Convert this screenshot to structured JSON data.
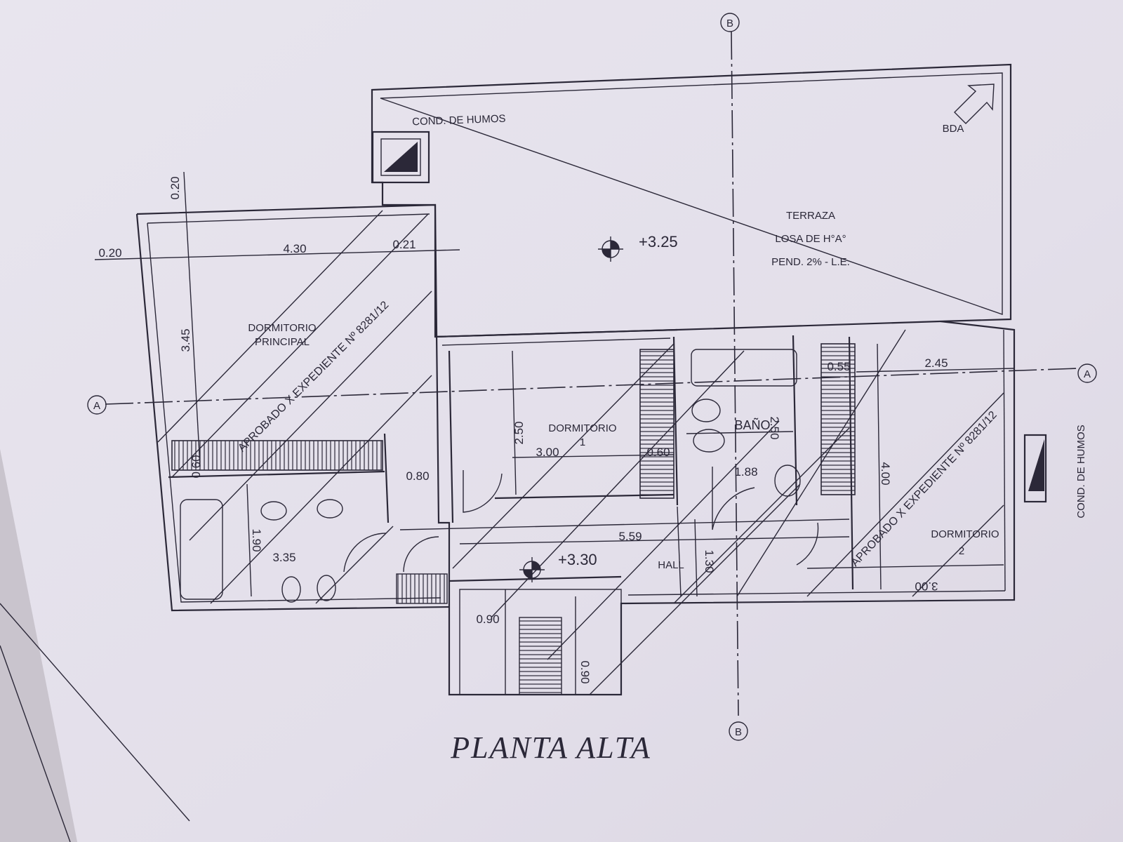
{
  "title": "PLANTA ALTA",
  "axes": {
    "a_left": "A",
    "a_right": "A",
    "b_top": "B",
    "b_bottom": "B"
  },
  "rooms": {
    "terraza": [
      "TERRAZA",
      "LOSA DE H°A°",
      "PEND. 2% - L.E."
    ],
    "dormitorio_principal": [
      "DORMITORIO",
      "PRINCIPAL"
    ],
    "dormitorio_1": [
      "DORMITORIO",
      "1"
    ],
    "dormitorio_2": [
      "DORMITORIO",
      "2"
    ],
    "bano": "BAÑO",
    "hall": "HALL",
    "bda": "BDA",
    "cond_humos_top": "COND. DE HUMOS",
    "cond_humos_right": "COND. DE HUMOS"
  },
  "levels": {
    "terraza": "+3.25",
    "hall": "+3.30"
  },
  "stamp": "APROBADO X EXPEDIENTE Nº 8281/12",
  "dimensions": {
    "d020_left": "0.20",
    "d020_vert": "0.20",
    "d430": "4.30",
    "d021": "0.21",
    "d345": "3.45",
    "d060_closet": "0.60",
    "d080": "0.80",
    "d190": "1.90",
    "d335": "3.35",
    "d250_d1": "2.50",
    "d300_d1": "3.00",
    "d060_d1": "0.60",
    "d250_bano": "2.50",
    "d188": "1.88",
    "d055": "0.55",
    "d245": "2.45",
    "d400": "4.00",
    "d300_d2": "3.00",
    "d559": "5.59",
    "d130": "1.30",
    "d090": "0.90",
    "d090_stair": "0.90"
  }
}
